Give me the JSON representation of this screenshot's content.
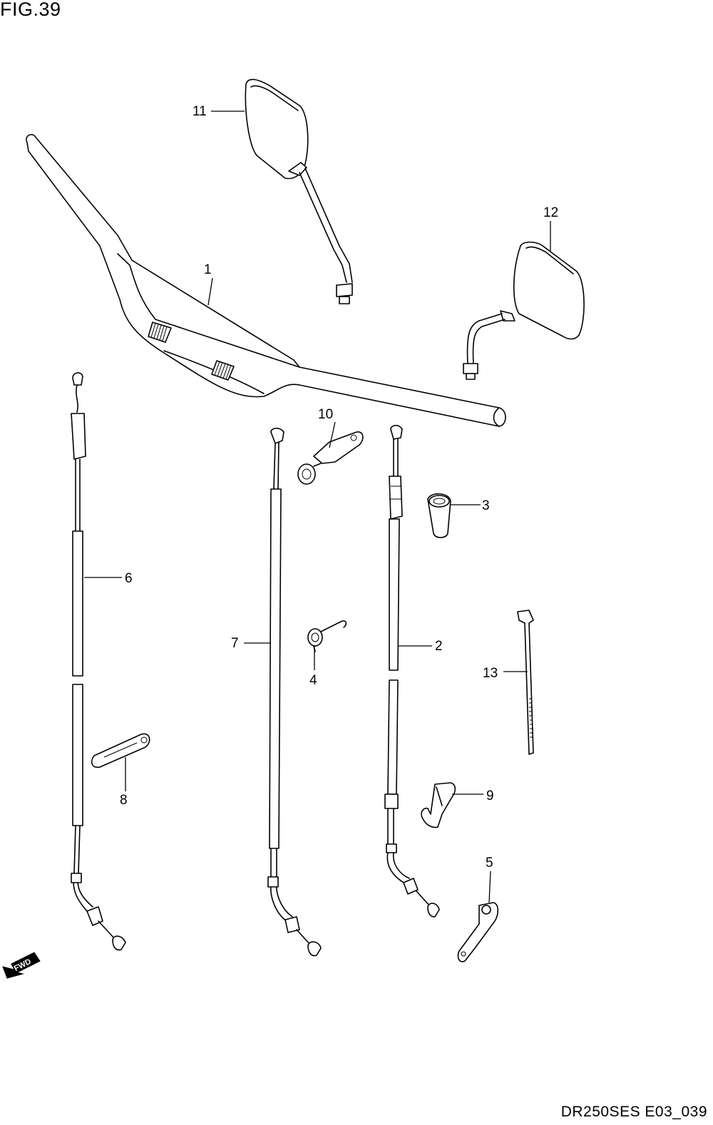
{
  "figure_title": "FIG.39",
  "drawing_code": "DR250SES E03_039",
  "direction_badge": {
    "text": "FWD",
    "icon": "forward-arrow-icon"
  },
  "callouts": [
    "1",
    "2",
    "3",
    "4",
    "5",
    "6",
    "7",
    "8",
    "9",
    "10",
    "11",
    "12",
    "13"
  ]
}
